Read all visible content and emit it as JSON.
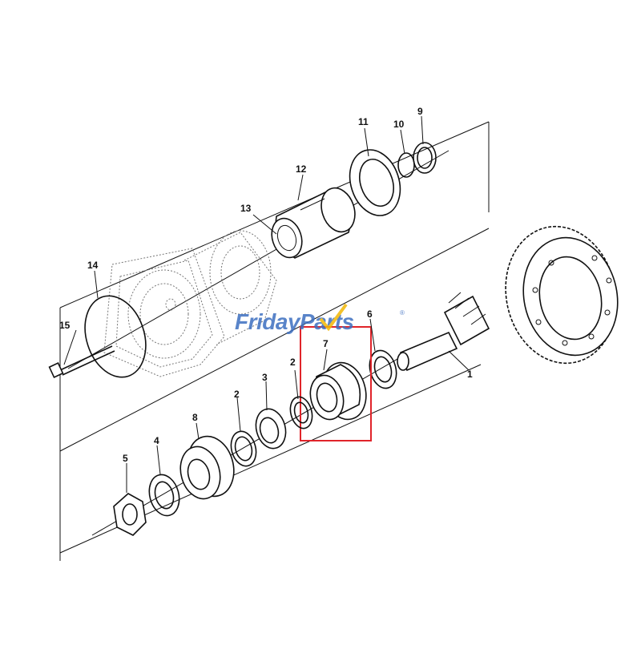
{
  "callouts": [
    "1",
    "2",
    "2",
    "3",
    "4",
    "5",
    "6",
    "7",
    "8",
    "9",
    "10",
    "11",
    "12",
    "13",
    "14",
    "15"
  ],
  "watermark": {
    "text": "FridayParts",
    "registered": "®",
    "text_color": "#3d6fc0",
    "accent_color": "#f2b705"
  },
  "highlight": {
    "item": "7",
    "color": "#e0242a"
  }
}
